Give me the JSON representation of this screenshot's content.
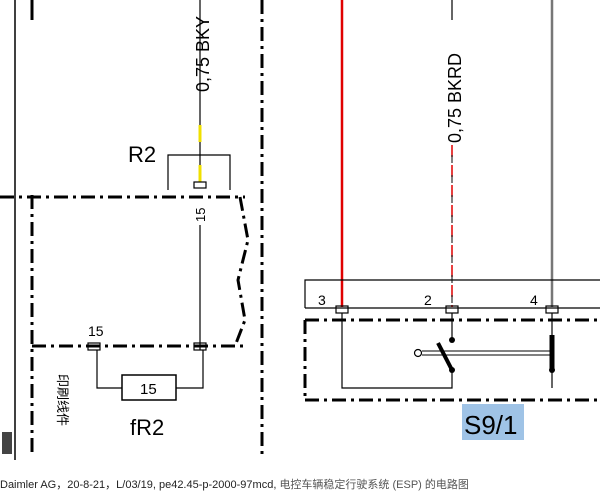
{
  "wires": {
    "left_label": "0,75 BKY",
    "right_label": "0,75 BKRD"
  },
  "components": {
    "r2": "R2",
    "fr2": "fR2",
    "s9": "S9/1"
  },
  "pins": {
    "r2_pin": "15",
    "fr2_left_pin": "15",
    "fr2_resistor": "15",
    "s9_pin_3": "3",
    "s9_pin_2": "2",
    "s9_pin_4": "4"
  },
  "side_text": "印刷线件",
  "footer": {
    "text": "Daimler AG，20-8-21，L/03/19, pe42.45-p-2000-97mcd, ",
    "cn_text": "电控车辆稳定行驶系统 (ESP) 的电路图"
  },
  "colors": {
    "red_wire": "#e00000",
    "yellow_segment": "#f0e000",
    "gray_wire": "#777777",
    "label_highlight": "#9fc3e6"
  }
}
